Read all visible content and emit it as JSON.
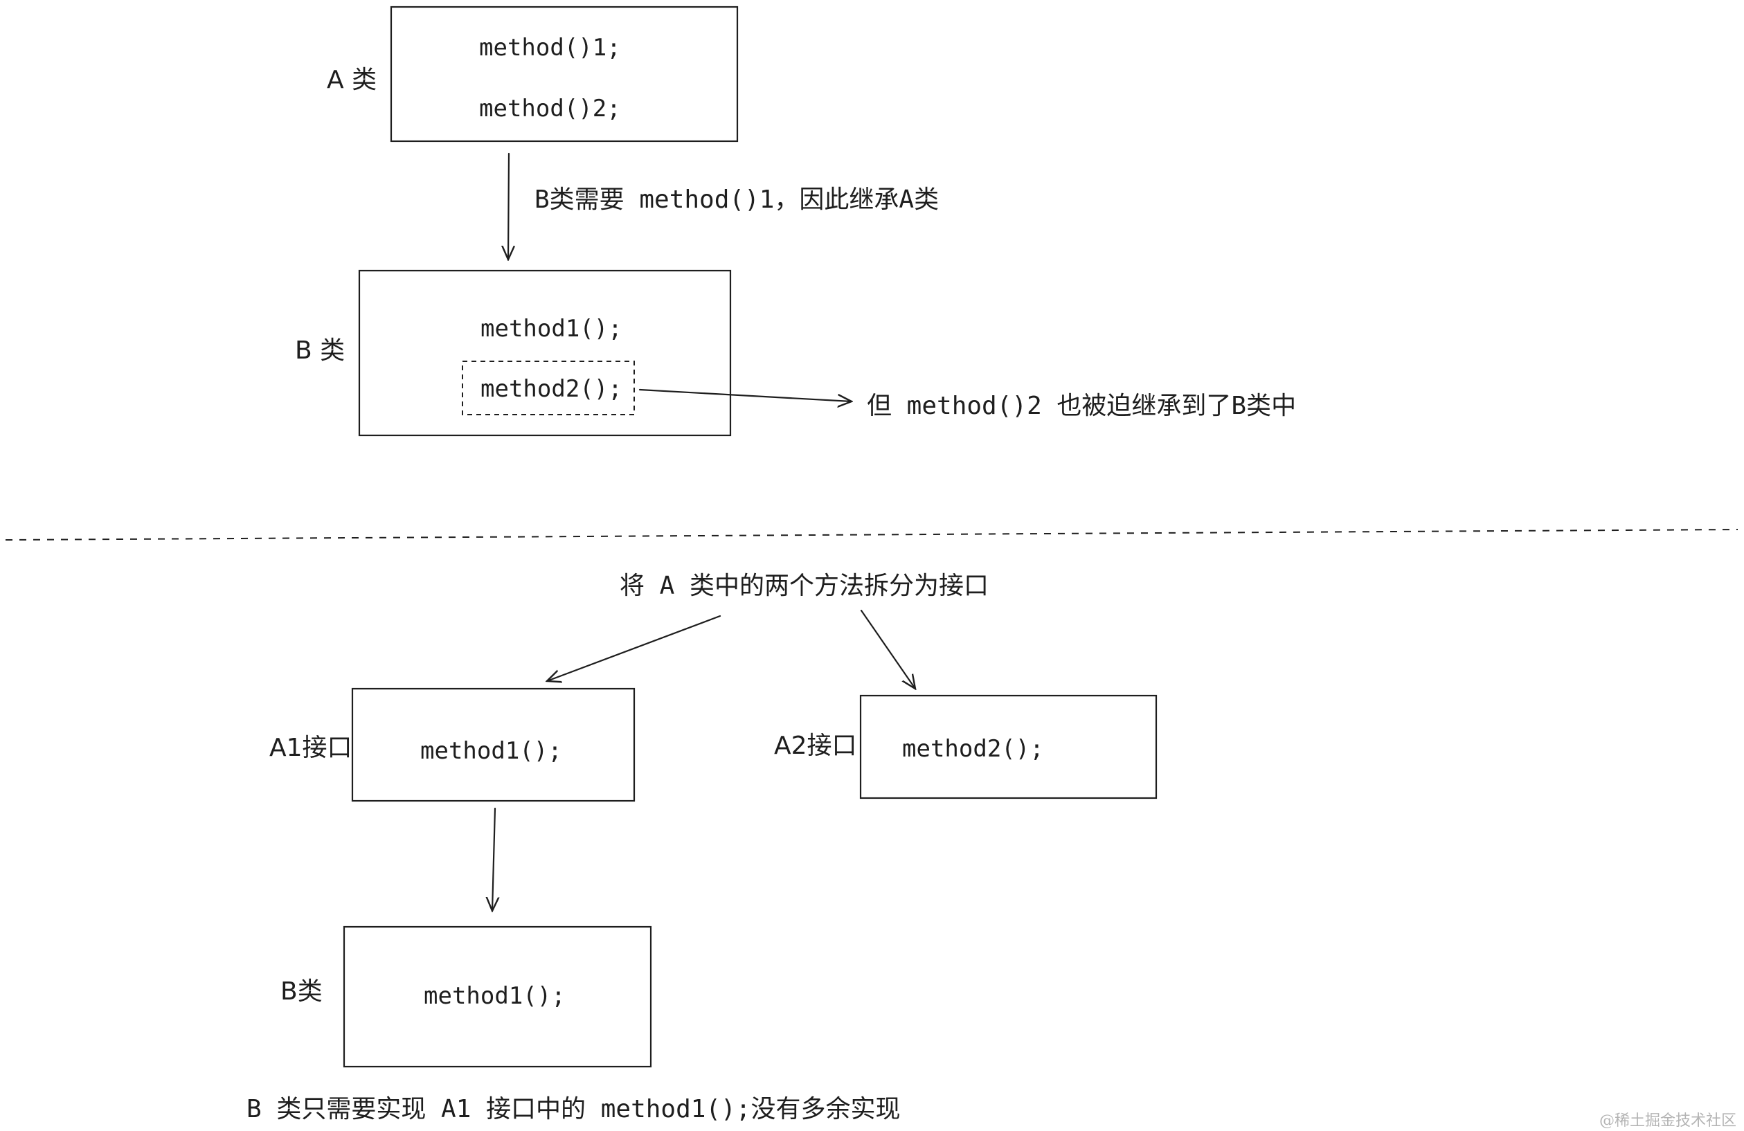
{
  "top": {
    "class_a": {
      "label": "A 类",
      "methods": [
        "method()1;",
        "method()2;"
      ]
    },
    "arrow_a_to_b_note": "B类需要 method()1，因此继承A类",
    "class_b": {
      "label": "B 类",
      "methods": [
        "method1();",
        "method2();"
      ]
    },
    "unwanted_note": "但 method()2 也被迫继承到了B类中"
  },
  "bottom": {
    "split_note": "将 A 类中的两个方法拆分为接口",
    "interface_a1": {
      "label": "A1接口",
      "method": "method1();"
    },
    "interface_a2": {
      "label": "A2接口",
      "method": "method2();"
    },
    "class_b": {
      "label": "B类",
      "method": "method1();"
    },
    "conclusion": "B 类只需要实现 A1 接口中的 method1();没有多余实现"
  },
  "watermark": "@稀土掘金技术社区"
}
